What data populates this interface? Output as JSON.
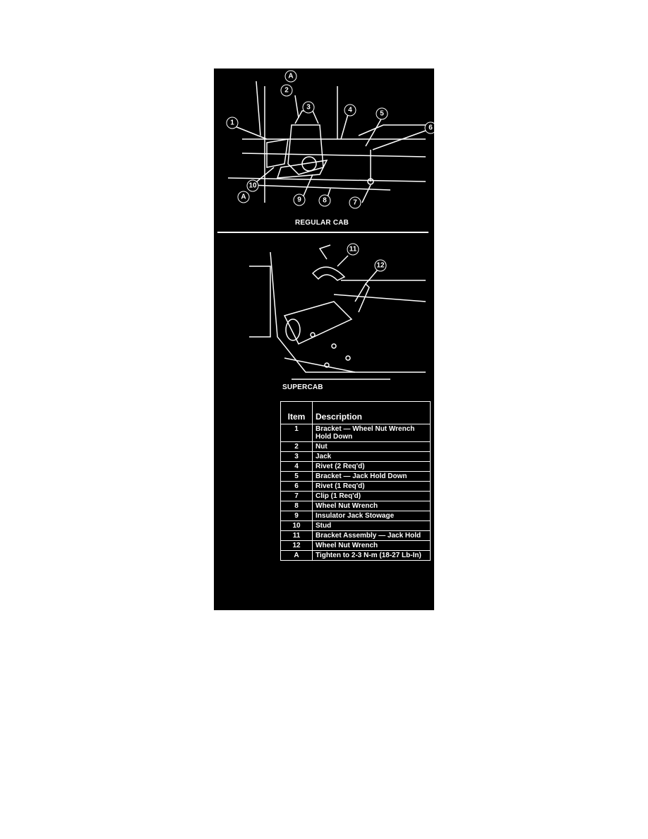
{
  "figure": {
    "callouts": [
      "A",
      "2",
      "3",
      "4",
      "5",
      "6",
      "1",
      "10",
      "A",
      "9",
      "8",
      "7",
      "11",
      "12"
    ],
    "captions": {
      "regular_cab": "REGULAR CAB",
      "supercab": "SUPERCAB"
    }
  },
  "table": {
    "headers": {
      "item": "Item",
      "description": "Description"
    },
    "rows": [
      {
        "item": "1",
        "description": "Bracket — Wheel Nut Wrench Hold Down"
      },
      {
        "item": "2",
        "description": "Nut"
      },
      {
        "item": "3",
        "description": "Jack"
      },
      {
        "item": "4",
        "description": "Rivet (2 Req'd)"
      },
      {
        "item": "5",
        "description": "Bracket — Jack Hold Down"
      },
      {
        "item": "6",
        "description": "Rivet (1 Req'd)"
      },
      {
        "item": "7",
        "description": "Clip (1 Req'd)"
      },
      {
        "item": "8",
        "description": "Wheel Nut Wrench"
      },
      {
        "item": "9",
        "description": "Insulator Jack Stowage"
      },
      {
        "item": "10",
        "description": "Stud"
      },
      {
        "item": "11",
        "description": "Bracket Assembly — Jack Hold"
      },
      {
        "item": "12",
        "description": "Wheel Nut Wrench"
      },
      {
        "item": "A",
        "description": "Tighten to 2-3 N-m (18-27 Lb-In)"
      }
    ]
  }
}
